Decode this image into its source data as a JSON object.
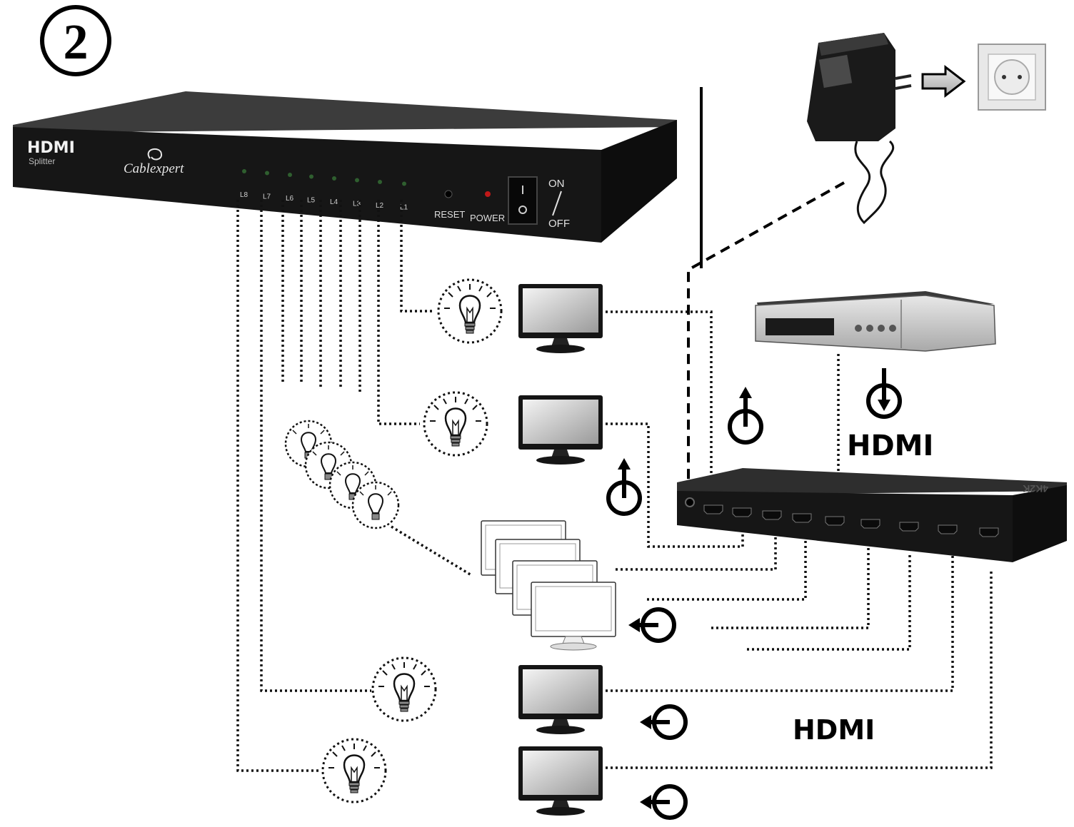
{
  "step_number": "2",
  "splitter": {
    "brand_logo": "HDMI",
    "model_label": "Splitter",
    "maker": "Cablexpert",
    "led_labels": [
      "L8",
      "L7",
      "L6",
      "L5",
      "L4",
      "L3",
      "L2",
      "L1"
    ],
    "reset_label": "RESET",
    "power_label": "POWER",
    "on_label": "ON",
    "off_label": "OFF"
  },
  "rear_unit": {
    "top_text": "4K2K"
  },
  "hdmi_logos": [
    "HDMI",
    "HDMI"
  ],
  "colors": {
    "device_body": "#1c1c1c",
    "device_top": "#3a3a3a",
    "screen": "#d8d8d8",
    "line": "#111111"
  }
}
